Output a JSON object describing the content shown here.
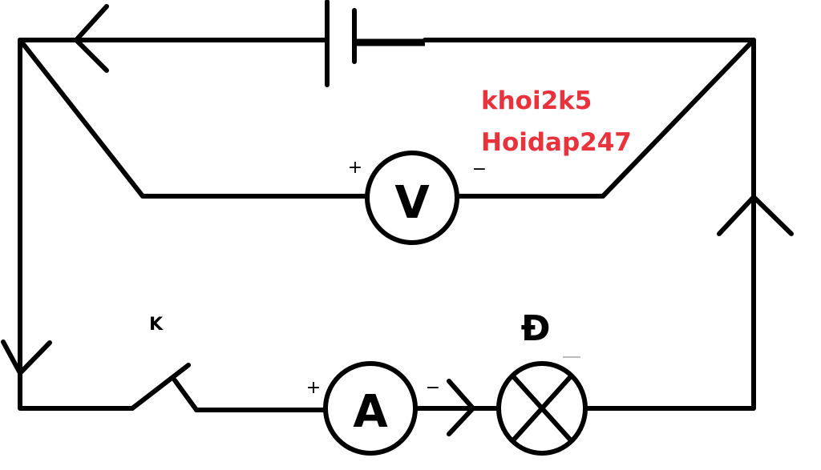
{
  "diagram": {
    "title": "Electric circuit with battery, switch K, ammeter, lamp Đ and voltmeter",
    "voltmeter": {
      "symbol": "V",
      "plus": "+",
      "minus": "−"
    },
    "ammeter": {
      "symbol": "A",
      "plus": "+",
      "minus": "−"
    },
    "switch_label": "K",
    "lamp_label": "Đ",
    "watermark": {
      "line1": "khoi2k5",
      "line2": "Hoidap247",
      "color": "#e8323c"
    }
  }
}
